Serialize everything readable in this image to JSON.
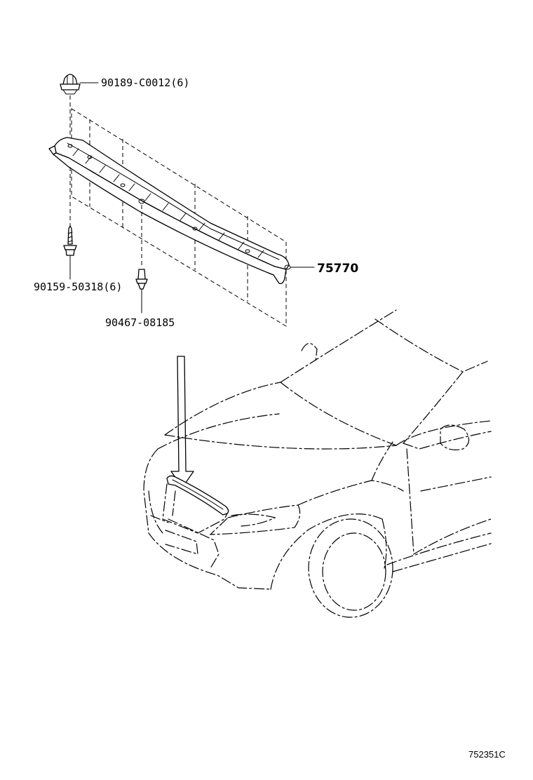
{
  "parts": {
    "clip_top": {
      "number": "90189-C0012",
      "qty": "(6)"
    },
    "screw": {
      "number": "90159-50318",
      "qty": "(6)"
    },
    "clip_small": {
      "number": "90467-08185"
    },
    "seal": {
      "number": "75770"
    }
  },
  "illustration_id": "752351C",
  "colors": {
    "line": "#000000",
    "background": "#ffffff"
  }
}
